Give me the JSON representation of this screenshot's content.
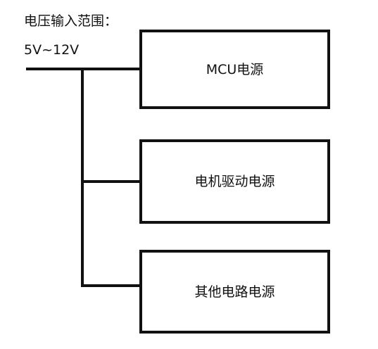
{
  "input": {
    "title": "电压输入范围：",
    "range": "5V~12V"
  },
  "blocks": [
    {
      "id": "mcu",
      "label": "MCU电源"
    },
    {
      "id": "motor",
      "label": "电机驱动电源"
    },
    {
      "id": "other",
      "label": "其他电路电源"
    }
  ],
  "colors": {
    "stroke": "#111111",
    "background": "#ffffff"
  }
}
